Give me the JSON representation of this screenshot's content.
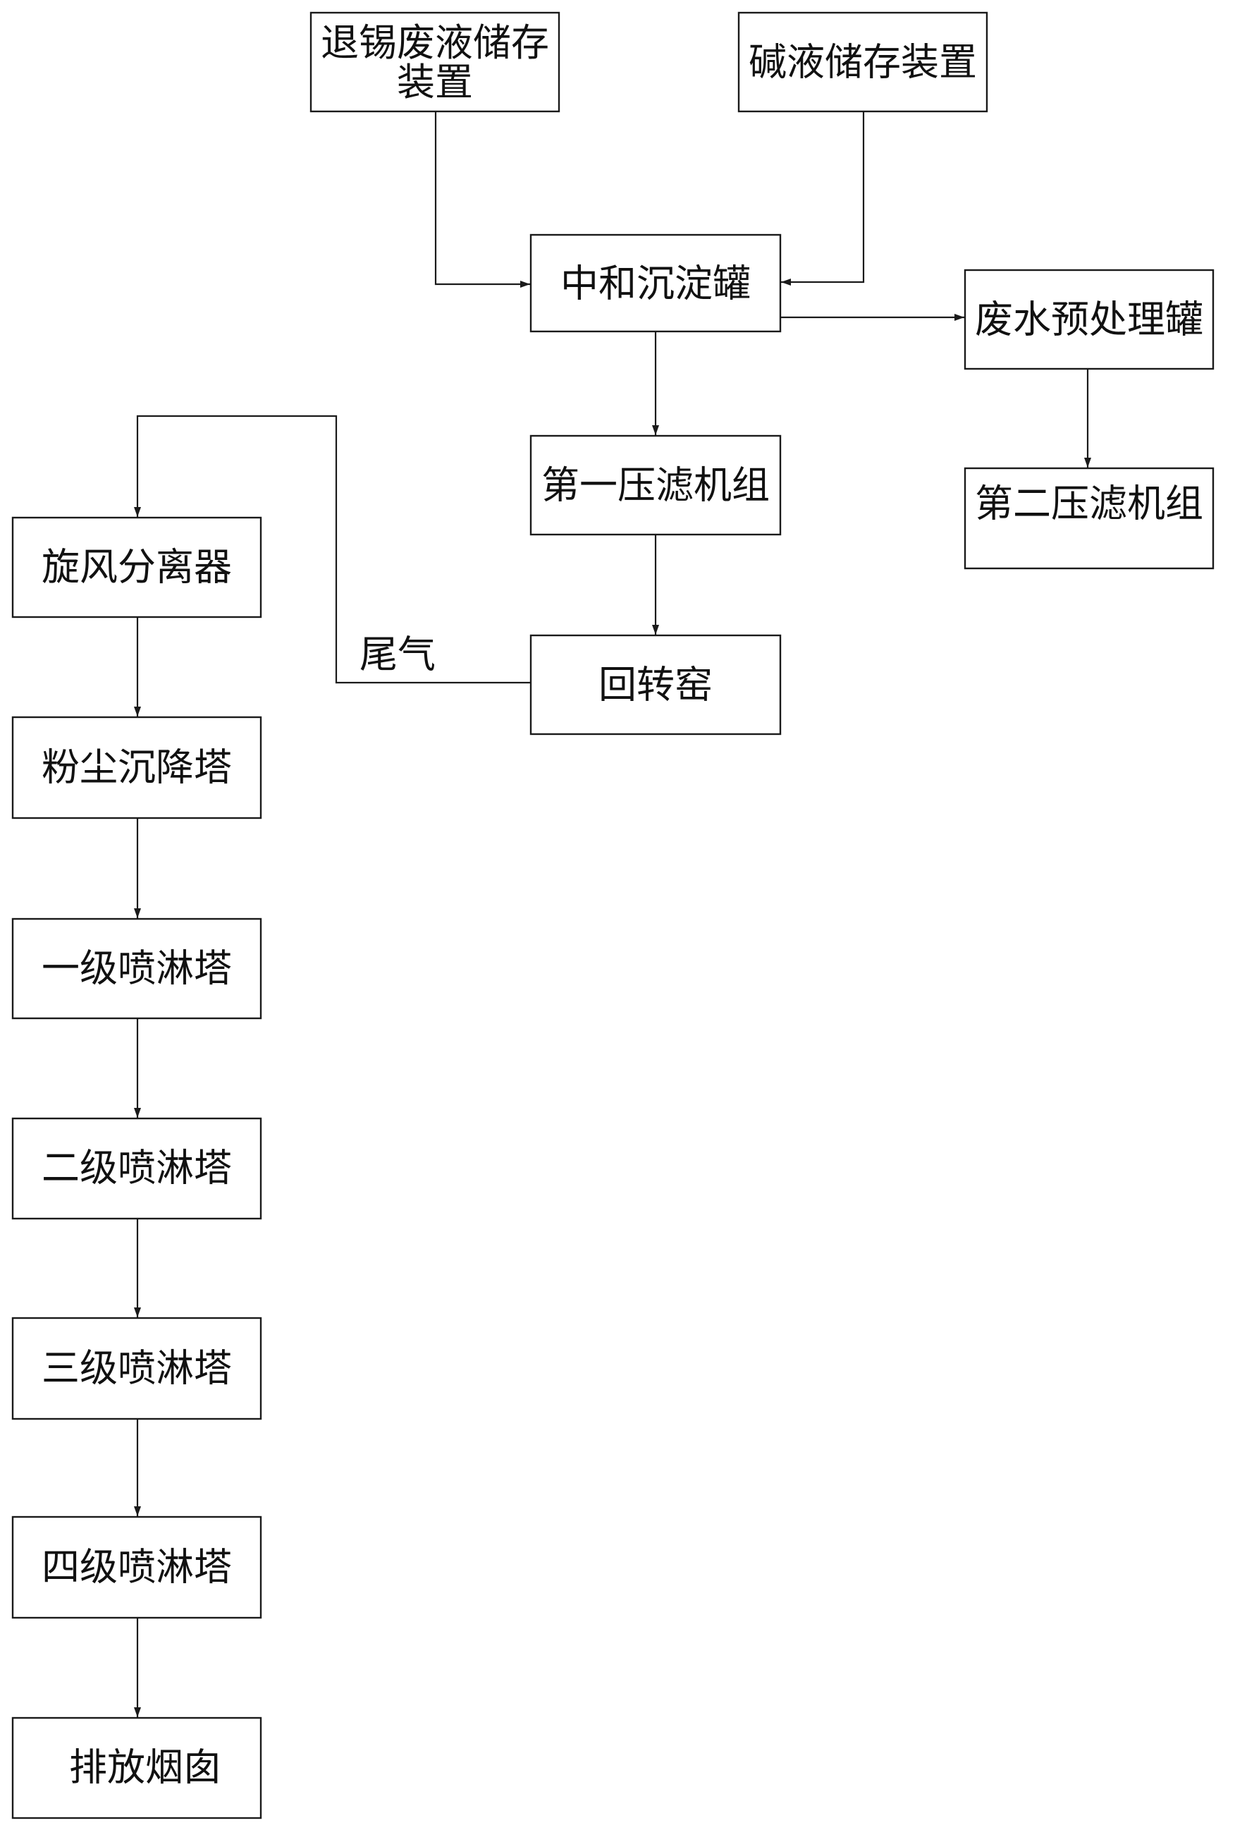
{
  "nodes": {
    "tin_stripping_waste_storage": "退锡废液储存装置",
    "alkali_storage": "碱液储存装置",
    "neutralization_tank": "中和沉淀罐",
    "wastewater_pretreatment_tank": "废水预处理罐",
    "first_filter_press": "第一压滤机组",
    "second_filter_press": "第二压滤机组",
    "cyclone_separator": "旋风分离器",
    "rotary_kiln": "回转窑",
    "dust_settling_tower": "粉尘沉降塔",
    "spray_tower_1": "一级喷淋塔",
    "spray_tower_2": "二级喷淋塔",
    "spray_tower_3": "三级喷淋塔",
    "spray_tower_4": "四级喷淋塔",
    "exhaust_chimney": "排放烟囱"
  },
  "edge_labels": {
    "tail_gas": "尾气"
  },
  "edges": [
    {
      "from": "tin_stripping_waste_storage",
      "to": "neutralization_tank"
    },
    {
      "from": "alkali_storage",
      "to": "neutralization_tank"
    },
    {
      "from": "neutralization_tank",
      "to": "wastewater_pretreatment_tank"
    },
    {
      "from": "neutralization_tank",
      "to": "first_filter_press"
    },
    {
      "from": "wastewater_pretreatment_tank",
      "to": "second_filter_press"
    },
    {
      "from": "first_filter_press",
      "to": "rotary_kiln"
    },
    {
      "from": "rotary_kiln",
      "to": "cyclone_separator",
      "label": "tail_gas"
    },
    {
      "from": "cyclone_separator",
      "to": "dust_settling_tower"
    },
    {
      "from": "dust_settling_tower",
      "to": "spray_tower_1"
    },
    {
      "from": "spray_tower_1",
      "to": "spray_tower_2"
    },
    {
      "from": "spray_tower_2",
      "to": "spray_tower_3"
    },
    {
      "from": "spray_tower_3",
      "to": "spray_tower_4"
    },
    {
      "from": "spray_tower_4",
      "to": "exhaust_chimney"
    }
  ]
}
